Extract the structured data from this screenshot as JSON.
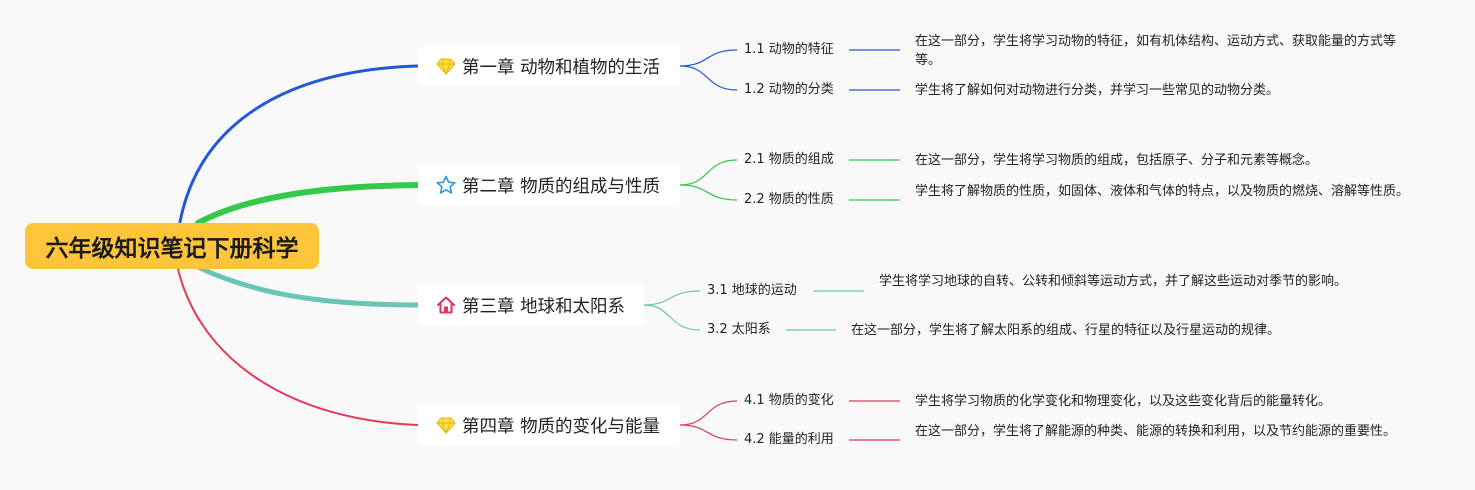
{
  "root": {
    "title": "六年级知识笔记下册科学"
  },
  "chapters": [
    {
      "title": "第一章 动物和植物的生活",
      "icon": "diamond-icon",
      "color": "#2457d6",
      "sections": [
        {
          "label": "1.1 动物的特征",
          "desc": "在这一部分，学生将学习动物的特征，如有机体结构、运动方式、获取能量的方式等等。"
        },
        {
          "label": "1.2 动物的分类",
          "desc": "学生将了解如何对动物进行分类，并学习一些常见的动物分类。"
        }
      ]
    },
    {
      "title": "第二章 物质的组成与性质",
      "icon": "star-icon",
      "color": "#34c94a",
      "sections": [
        {
          "label": "2.1 物质的组成",
          "desc": "在这一部分，学生将学习物质的组成，包括原子、分子和元素等概念。"
        },
        {
          "label": "2.2 物质的性质",
          "desc": "学生将了解物质的性质，如固体、液体和气体的特点，以及物质的燃烧、溶解等性质。"
        }
      ]
    },
    {
      "title": "第三章 地球和太阳系",
      "icon": "house-icon",
      "color": "#68c6b3",
      "sections": [
        {
          "label": "3.1 地球的运动",
          "desc": "学生将学习地球的自转、公转和倾斜等运动方式，并了解这些运动对季节的影响。"
        },
        {
          "label": "3.2 太阳系",
          "desc": "在这一部分，学生将了解太阳系的组成、行星的特征以及行星运动的规律。"
        }
      ]
    },
    {
      "title": "第四章 物质的变化与能量",
      "icon": "diamond-icon",
      "color": "#e33a55",
      "sections": [
        {
          "label": "4.1 物质的变化",
          "desc": "学生将学习物质的化学变化和物理变化，以及这些变化背后的能量转化。"
        },
        {
          "label": "4.2 能量的利用",
          "desc": "在这一部分，学生将了解能源的种类、能源的转换和利用，以及节约能源的重要性。"
        }
      ]
    }
  ]
}
